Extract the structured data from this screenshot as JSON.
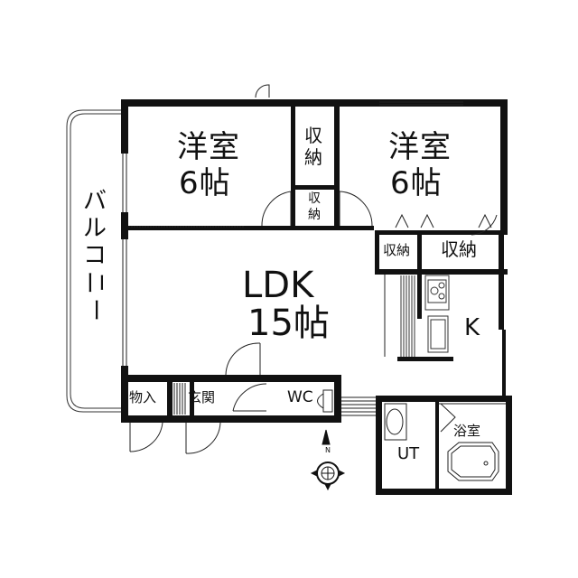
{
  "floorplan": {
    "rooms": {
      "western_room_left": {
        "name": "洋室",
        "size": "6帖"
      },
      "western_room_right": {
        "name": "洋室",
        "size": "6帖"
      },
      "closet_left_upper": {
        "label": "収\n納",
        "line1": "収",
        "line2": "納"
      },
      "closet_left_lower": {
        "line1": "収",
        "line2": "納"
      },
      "closet_right_small": {
        "label": "収納"
      },
      "closet_right_large": {
        "label": "収納"
      },
      "ldk": {
        "name": "LDK",
        "size": "15帖"
      },
      "kitchen": {
        "label": "K"
      },
      "storage": {
        "label": "物入"
      },
      "entrance": {
        "label": "玄関"
      },
      "toilet": {
        "label": "WC"
      },
      "utility": {
        "label": "UT"
      },
      "bathroom": {
        "label": "浴室"
      },
      "balcony": {
        "label": "バルコニー",
        "chars": [
          "バ",
          "ル",
          "コ",
          "ニ",
          "ー"
        ]
      }
    },
    "compass": {
      "north_label": "N"
    },
    "colors": {
      "wall": "#111111",
      "background": "#ffffff"
    }
  }
}
